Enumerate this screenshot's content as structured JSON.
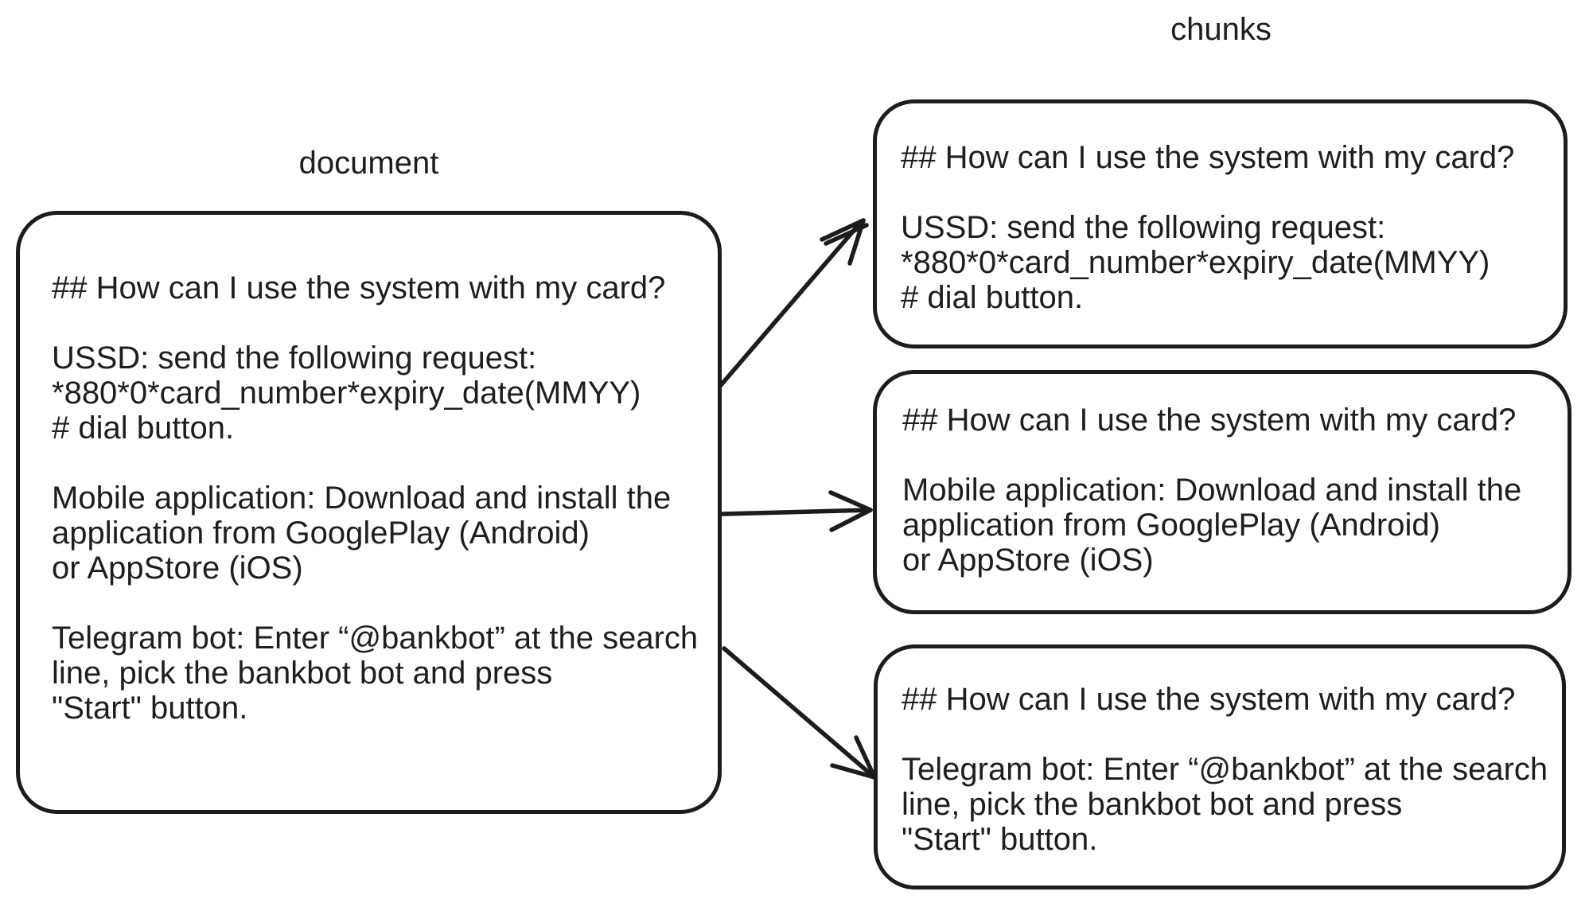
{
  "labels": {
    "document": "document",
    "chunks": "chunks"
  },
  "document": {
    "text": "## How can I use the system with my card?\n\nUSSD: send the following request:\n*880*0*card_number*expiry_date(MMYY)\n# dial button.\n\nMobile application: Download and install the\napplication from GooglePlay (Android)\nor AppStore (iOS)\n\nTelegram bot: Enter “@bankbot” at the search\nline, pick the bankbot bot and press\n\"Start\" button."
  },
  "chunks": {
    "items": [
      {
        "text": "## How can I use the system with my card?\n\nUSSD: send the following request:\n*880*0*card_number*expiry_date(MMYY)\n# dial button."
      },
      {
        "text": "## How can I use the system with my card?\n\nMobile application: Download and install the\napplication from GooglePlay (Android)\nor AppStore (iOS)"
      },
      {
        "text": "## How can I use the system with my card?\n\nTelegram bot: Enter “@bankbot” at the search\nline, pick the bankbot bot and press\n\"Start\" button."
      }
    ]
  },
  "arrows": [
    "document-to-chunk-1-arrow",
    "document-to-chunk-2-arrow",
    "document-to-chunk-3-arrow"
  ],
  "colors": {
    "stroke": "#1c1c1c",
    "text": "#1e1e1e",
    "background": "#ffffff"
  }
}
